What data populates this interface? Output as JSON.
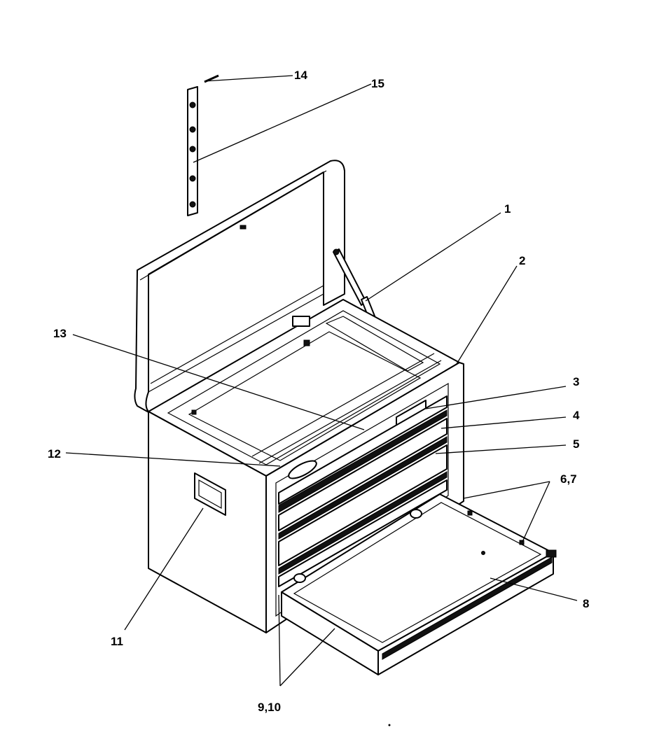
{
  "callouts": {
    "c1": "1",
    "c2": "2",
    "c3": "3",
    "c4": "4",
    "c5": "5",
    "c67": "6,7",
    "c8": "8",
    "c910": "9,10",
    "c11": "11",
    "c12": "12",
    "c13": "13",
    "c14": "14",
    "c15": "15"
  }
}
